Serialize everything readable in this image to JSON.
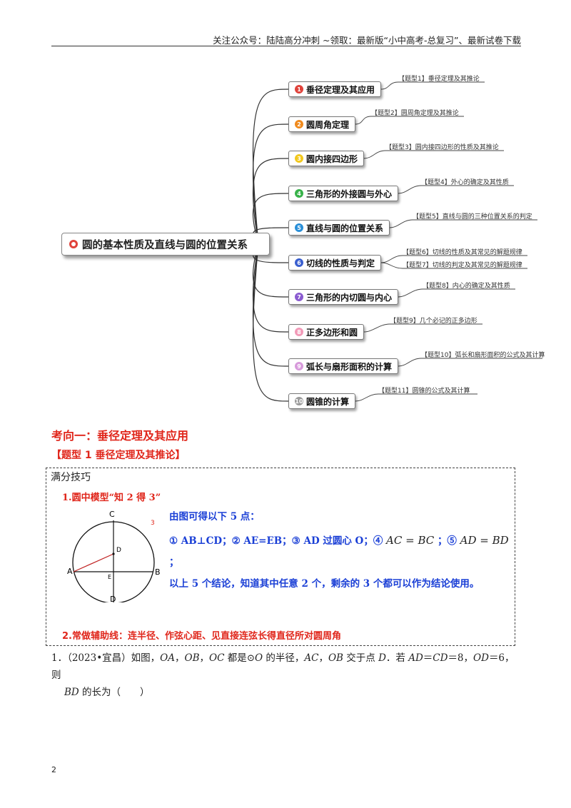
{
  "header": {
    "text": "关注公众号：陆陆高分冲刺  ~领取：最新版“小中高考-总复习”、最新试卷下载"
  },
  "mindmap": {
    "root": "圆的基本性质及直线与圆的位置关系",
    "branches": [
      {
        "num": "1",
        "color": "#e0423a",
        "label": "垂径定理及其应用",
        "leaves": [
          "【题型1】垂径定理及其推论"
        ]
      },
      {
        "num": "2",
        "color": "#f08a1c",
        "label": "圆周角定理",
        "leaves": [
          "【题型2】圆周角定理及其推论"
        ]
      },
      {
        "num": "3",
        "color": "#f2c81d",
        "label": "圆内接四边形",
        "leaves": [
          "【题型3】圆内接四边形的性质及其推论"
        ]
      },
      {
        "num": "4",
        "color": "#38b24a",
        "label": "三角形的外接圆与外心",
        "leaves": [
          "【题型4】外心的确定及其性质"
        ]
      },
      {
        "num": "5",
        "color": "#2a8fd8",
        "label": "直线与圆的位置关系",
        "leaves": [
          "【题型5】直线与圆的三种位置关系的判定"
        ]
      },
      {
        "num": "6",
        "color": "#3a5fcf",
        "label": "切线的性质与判定",
        "leaves": [
          "【题型6】切线的性质及其常见的解题规律",
          "【题型7】切线的判定及其常见的解题规律"
        ]
      },
      {
        "num": "7",
        "color": "#8a5bd0",
        "label": "三角形的内切圆与内心",
        "leaves": [
          "【题型8】内心的确定及其性质"
        ]
      },
      {
        "num": "8",
        "color": "#f29ab8",
        "label": "正多边形和圆",
        "leaves": [
          "【题型9】几个必记的正多边形"
        ]
      },
      {
        "num": "9",
        "color": "#d79adb",
        "label": "弧长与扇形面积的计算",
        "leaves": [
          "【题型10】弧长和扇形面积的公式及其计算"
        ]
      },
      {
        "num": "10",
        "color": "#9a9a9a",
        "label": "圆锥的计算",
        "leaves": [
          "【题型11】圆锥的公式及其计算"
        ]
      }
    ]
  },
  "section_title": "考向一：垂径定理及其应用",
  "type_title": "【题型 1    垂径定理及其推论】",
  "tips": {
    "heading": "满分技巧",
    "tip1": "1.圆中模型“知 2 得 3”",
    "line1": "由图可得以下 5 点：",
    "line2": "① AB⊥CD；② AE=EB；③ AD 过圆心 O；④",
    "arc4": "AC = BC",
    "sep": "；⑤",
    "arc5": "AD = BD",
    "semi": "；",
    "line4": "以上 5 个结论，知道其中任意 2 个，剩余的 3 个都可以作为结论使用。",
    "tip2": "2.常做辅助线：连半径、作弦心距、见直接连弦长得直径所对圆周角",
    "stray_mark": "3",
    "figure_labels": {
      "c": "C",
      "d_center": "D",
      "a": "A",
      "e": "E",
      "b": "B",
      "d_bottom": "D"
    }
  },
  "question": {
    "p1": "1．（2023•宜昌）如图，",
    "oa": "OA",
    "c1": "，",
    "ob": "OB",
    "c2": "，",
    "oc": "OC",
    "p2": " 都是⊙",
    "o": "O",
    "p3": " 的半径，",
    "ac": "AC",
    "c3": "，",
    "ob2": "OB",
    "p4": " 交于点 ",
    "d": "D",
    "p5": "．若 ",
    "eq1": "AD",
    "p6": "＝",
    "eq2": "CD",
    "p7": "＝8，",
    "eq3": "OD",
    "p8": "＝6，则",
    "bd": "BD",
    "p9": " 的长为（　　）"
  },
  "page_number": "2"
}
